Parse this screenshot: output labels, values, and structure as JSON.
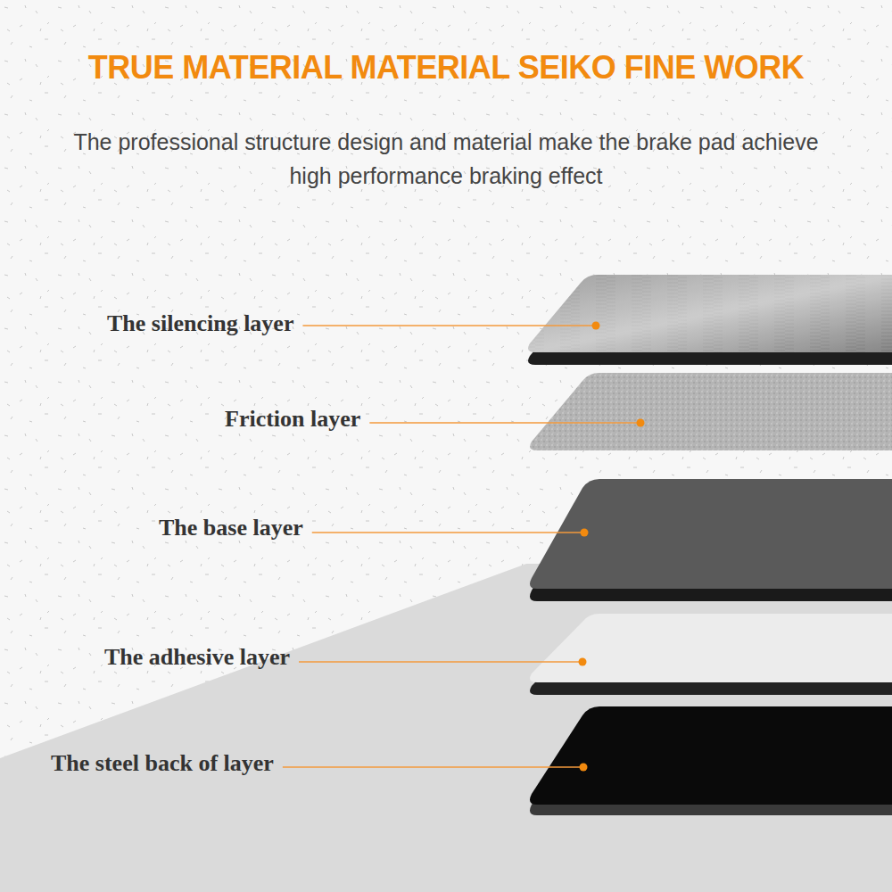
{
  "diagram": {
    "title": "TRUE MATERIAL MATERIAL SEIKO FINE WORK",
    "caption": "The professional structure design and material make the brake pad achieve high performance braking effect",
    "labels": [
      "The silencing layer",
      "Friction layer",
      "The base layer",
      "The adhesive layer",
      "The steel back of layer"
    ]
  }
}
